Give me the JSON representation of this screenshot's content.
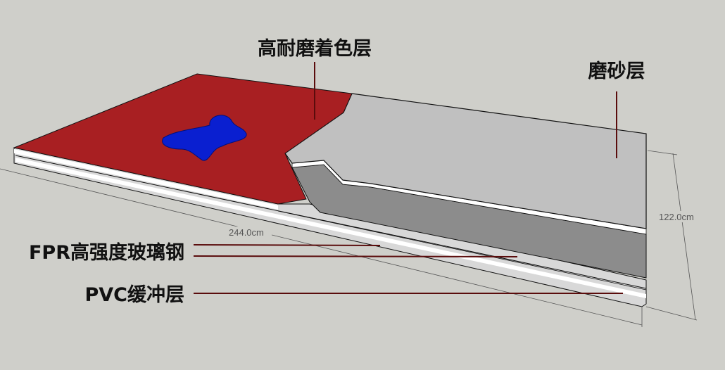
{
  "labels": {
    "wear_color_layer": "高耐磨着色层",
    "frosted_layer": "磨砂层",
    "fpr_layer": "FPR高强度玻璃钢",
    "pvc_layer": "PVC缓冲层"
  },
  "dimensions": {
    "length": "244.0cm",
    "width": "122.0cm"
  },
  "colors": {
    "background": "#cfcfca",
    "color_layer": "#a81f22",
    "frosted_layer": "#c0c0c0",
    "step_face": "#8c8c8c",
    "shape": "#0a1fd0",
    "leader": "#5a0c0c"
  }
}
